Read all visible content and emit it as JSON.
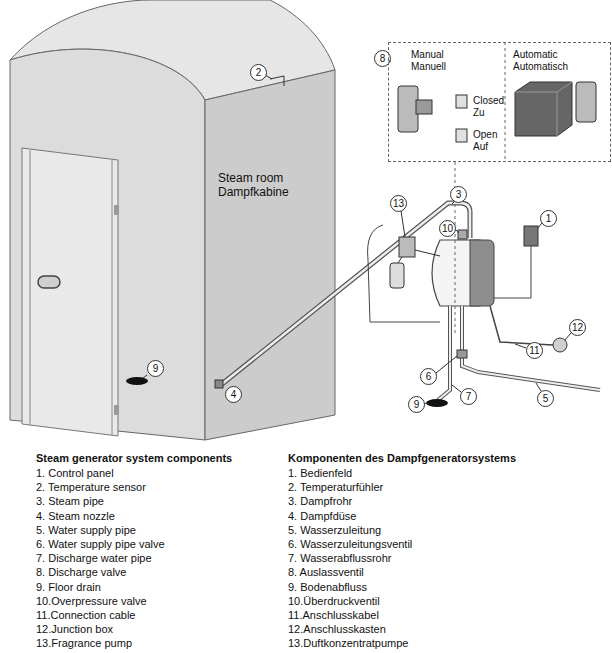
{
  "diagram": {
    "nodes": [
      {
        "text": [
          "8"
        ]
      },
      {
        "text": [
          "Manual",
          "Manuell",
          "Closed",
          "Zu",
          "Open",
          "Auf",
          "Automatic",
          "Automatisch"
        ]
      },
      {
        "text": [
          "2"
        ]
      },
      {
        "text": [
          "3"
        ]
      },
      {
        "text": [
          "13"
        ]
      },
      {
        "text": [
          "10"
        ]
      },
      {
        "text": [
          "1"
        ]
      },
      {
        "text": [
          "12"
        ]
      },
      {
        "text": [
          "11"
        ]
      },
      {
        "text": [
          "9"
        ]
      },
      {
        "text": [
          "4"
        ]
      },
      {
        "text": [
          "6"
        ]
      },
      {
        "text": [
          "7"
        ]
      },
      {
        "text": [
          "5"
        ]
      },
      {
        "text": [
          "9"
        ]
      }
    ],
    "edges": [
      {
        "from": 0,
        "to": 1,
        "arrow": "none"
      }
    ],
    "labels": [
      "Steam room",
      "Dampfkabine",
      "Steam generator system components",
      "1. Control panel",
      "2. Temperature sensor",
      "3. Steam pipe",
      "4. Steam nozzle",
      "5. Water supply pipe",
      "6. Water supply pipe valve",
      "7. Discharge water pipe",
      "8. Discharge valve",
      "9. Floor drain",
      "10.Overpressure valve",
      "11.Connection cable",
      "12.Junction box",
      "13.Fragrance pump",
      "Komponenten des Dampfgeneratorsystems",
      "1. Bedienfeld",
      "2. Temperaturfühler",
      "3. Dampfrohr",
      "4. Dampfdüse",
      "5. Wasserzuleitung",
      "6. Wasserzuleitungsventil",
      "7. Wasserabflussrohr",
      "8. Auslassventil",
      "9. Bodenabfluss",
      "10.Überdruckventil",
      "11.Anschlusskabel",
      "12.Anschlusskasten",
      "13.Duftkonzentratpumpe"
    ]
  }
}
